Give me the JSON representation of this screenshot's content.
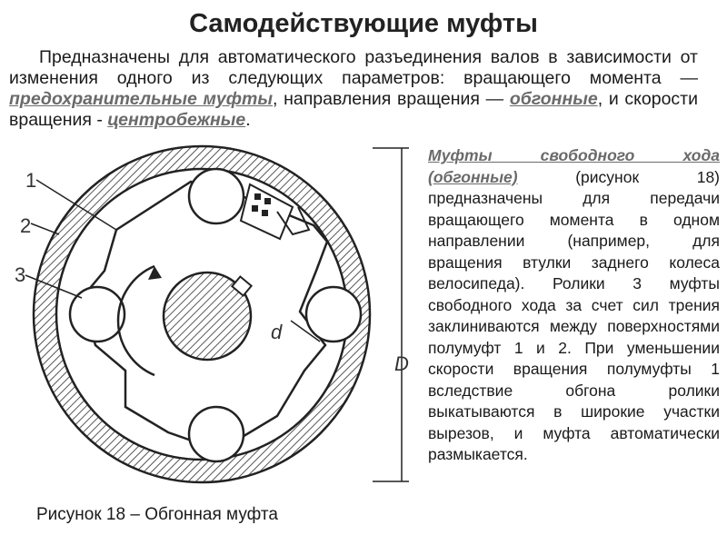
{
  "title": "Самодействующие муфты",
  "intro": {
    "text_1": "Предназначены для автоматического разъединения валов в зависимости от изменения одного из следующих параметров: вращающего момента — ",
    "term_safety": "предохранительные муфты",
    "text_2": ", направления вращения — ",
    "term_overrun": "обгонные",
    "text_3": ", и скорости вращения - ",
    "term_centrifugal": "центробежные",
    "text_4": "."
  },
  "description": {
    "term_freewheel": "Муфты свободного хода (обгонные)",
    "text": " (рисунок 18) предназначены для передачи вращающего момента в одном направлении (например, для вращения втулки заднего колеса велосипеда). Ролики 3 муфты свободного хода за счет сил трения заклиниваются между поверхностями полумуфт 1 и 2. При уменьшении скорости вращения полумуфты 1 вследствие обгона ролики выкатываются в широкие участки вырезов, и муфта автоматически размыкается."
  },
  "figure": {
    "label_1": "1",
    "label_2": "2",
    "label_3": "3",
    "label_d": "d",
    "label_D": "D"
  },
  "caption": "Рисунок 18 – Обгонная муфта"
}
